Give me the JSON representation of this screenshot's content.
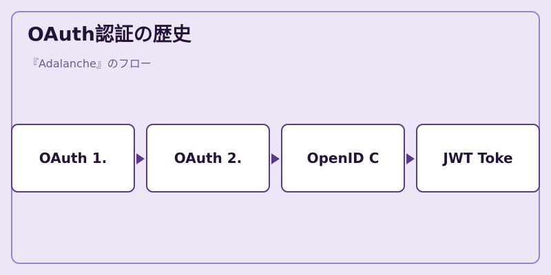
{
  "diagram": {
    "title": "OAuth認証の歴史",
    "subtitle": "『Adalanche』のフロー",
    "nodes": [
      {
        "label": "OAuth 1."
      },
      {
        "label": "OAuth 2."
      },
      {
        "label": "OpenID C"
      },
      {
        "label": "JWT Toke"
      }
    ]
  },
  "colors": {
    "background": "#ece6f6",
    "panel_border": "#9b82c6",
    "node_border": "#5b3a8c",
    "node_fill": "#ffffff",
    "title_text": "#231338",
    "subtitle_text": "#6e5a92",
    "arrow": "#5b3a8c"
  }
}
